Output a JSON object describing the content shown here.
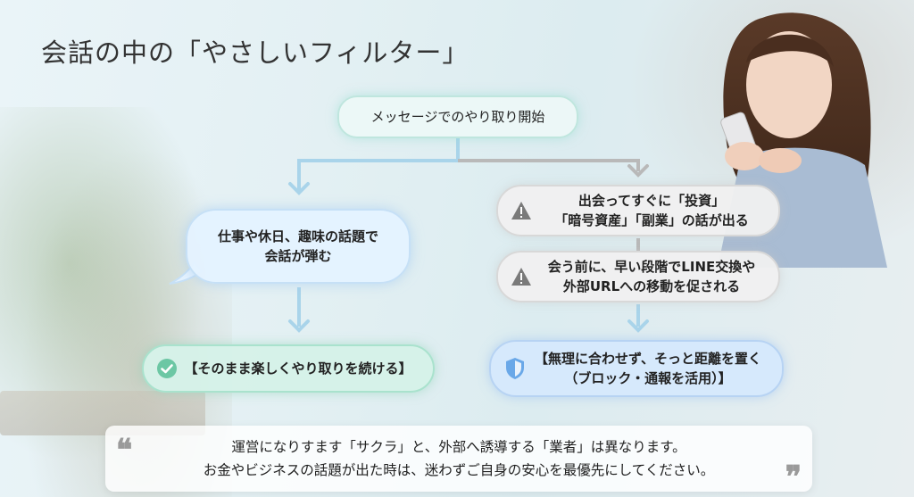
{
  "title": "会話の中の「やさしいフィルター」",
  "flow": {
    "start": "メッセージでのやり取り開始",
    "good_path": {
      "bubble_line1": "仕事や休日、趣味の話題で",
      "bubble_line2": "会話が弾む",
      "result": "【そのまま楽しくやり取りを続ける】"
    },
    "warning_path": {
      "warn1_line1": "出会ってすぐに「投資」",
      "warn1_line2": "「暗号資産」「副業」の話が出る",
      "warn2_line1": "会う前に、早い段階でLINE交換や",
      "warn2_line2": "外部URLへの移動を促される",
      "result_line1": "【無理に合わせず、そっと距離を置く",
      "result_line2": "（ブロック・通報を活用）】"
    }
  },
  "note": {
    "line1": "運営になりすます「サクラ」と、外部へ誘導する「業者」は異なります。",
    "line2": "お金やビジネスの話題が出た時は、迷わずご自身の安心を最優先にしてください。",
    "quote_open": "❝",
    "quote_close": "❞"
  },
  "icons": {
    "warning": "warning-triangle-icon",
    "check": "check-circle-icon",
    "shield": "shield-icon"
  },
  "colors": {
    "good_accent": "#6cc7a4",
    "warn_accent": "#7a7a7a",
    "safe_accent": "#6aa8e8",
    "connector_blue": "#a9d4ea",
    "connector_gray": "#b9b9b9"
  }
}
